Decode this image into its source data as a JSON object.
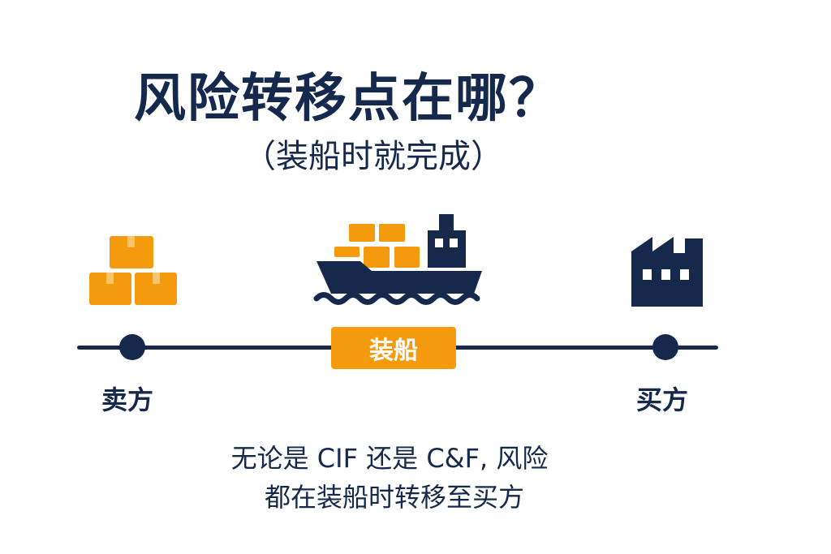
{
  "title": "风险转移点在哪？",
  "subtitle": "（装船时就完成）",
  "timeline": {
    "seller_label": "卖方",
    "stage_label": "装船",
    "buyer_label": "买方"
  },
  "note": {
    "line1": "无论是 CIF 还是 C&F, 风险",
    "line2": "都在装船时转移至买方"
  },
  "colors": {
    "navy": "#14294b",
    "orange": "#f59a0c"
  },
  "icons": [
    "boxes-icon",
    "cargo-ship-icon",
    "factory-icon"
  ]
}
